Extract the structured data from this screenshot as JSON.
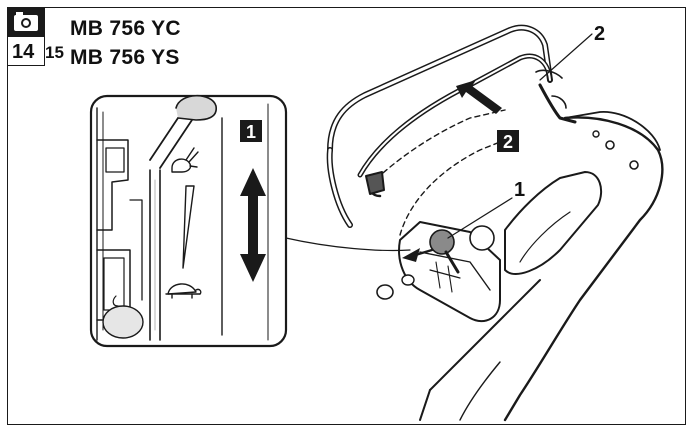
{
  "header": {
    "page_number": "14",
    "page_number_next": "15",
    "model_1": "MB 756 YC",
    "model_2": "MB 756 YS"
  },
  "icons": {
    "camera": "camera-icon",
    "rabbit": "rabbit-icon",
    "turtle": "turtle-icon"
  },
  "callouts": {
    "step_1": "1",
    "step_2": "2",
    "label_1": "1",
    "label_2": "2"
  },
  "colors": {
    "ink": "#1a1a1a",
    "grey": "#b5b5b5",
    "paper": "#ffffff"
  }
}
